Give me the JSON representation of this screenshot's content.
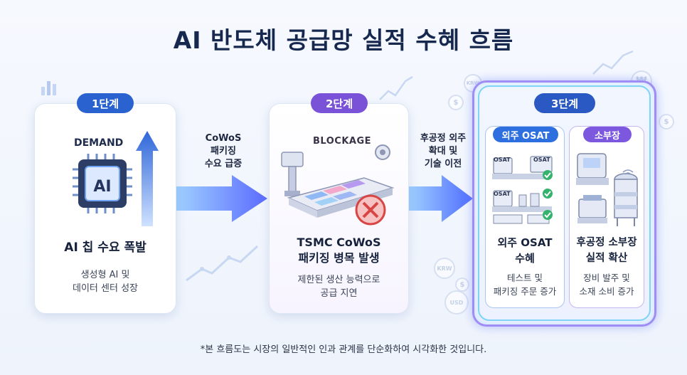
{
  "title": "AI 반도체 공급망 실적 수혜 흐름",
  "stages": [
    {
      "badge": "1단계",
      "illustration_label": "DEMAND",
      "chip_label": "AI",
      "title": "AI 칩 수요 폭발",
      "description_lines": [
        "생성형 AI 및",
        "데이터 센터 성장"
      ]
    },
    {
      "badge": "2단계",
      "illustration_label": "BLOCKAGE",
      "title_lines": [
        "TSMC CoWoS",
        "패키징 병목 발생"
      ],
      "description_lines": [
        "제한된 생산 능력으로",
        "공급 지연"
      ]
    },
    {
      "badge": "3단계",
      "sub": [
        {
          "badge": "외주 OSAT",
          "machine_labels": [
            "OSAT",
            "OSAT",
            "OSAT"
          ],
          "title_lines": [
            "외주 OSAT",
            "수혜"
          ],
          "description_lines": [
            "테스트 및",
            "패키징 주문 증가"
          ]
        },
        {
          "badge": "소부장",
          "title_lines": [
            "후공정 소부장",
            "실적 확산"
          ],
          "description_lines": [
            "장비 발주 및",
            "소재 소비 증가"
          ]
        }
      ]
    }
  ],
  "arrows": [
    {
      "label_lines": [
        "CoWoS",
        "패키징",
        "수요 급증"
      ]
    },
    {
      "label_lines": [
        "후공정 외주",
        "확대 및",
        "기술 이전"
      ]
    }
  ],
  "background_coins": [
    "KRW",
    "$",
    "₩",
    "$",
    "KRW",
    "USD",
    "$"
  ],
  "footnote": "*본 흐름도는 시장의 일반적인 인과 관계를 단순화하여 시각화한 것입니다.",
  "colors": {
    "title": "#17284f",
    "stage1": "#2a63cf",
    "stage2": "#7a52d8",
    "stage3": "#2b59c3",
    "arrow": "#3f7ef0",
    "glow_border": "#9f8cf5"
  },
  "icons": [
    "chip-icon",
    "up-arrow-icon",
    "machine-icon",
    "blocked-icon",
    "gear-icon",
    "osat-factory-icon",
    "check-icon",
    "equipment-icon",
    "tank-icon",
    "wifi-icon"
  ]
}
